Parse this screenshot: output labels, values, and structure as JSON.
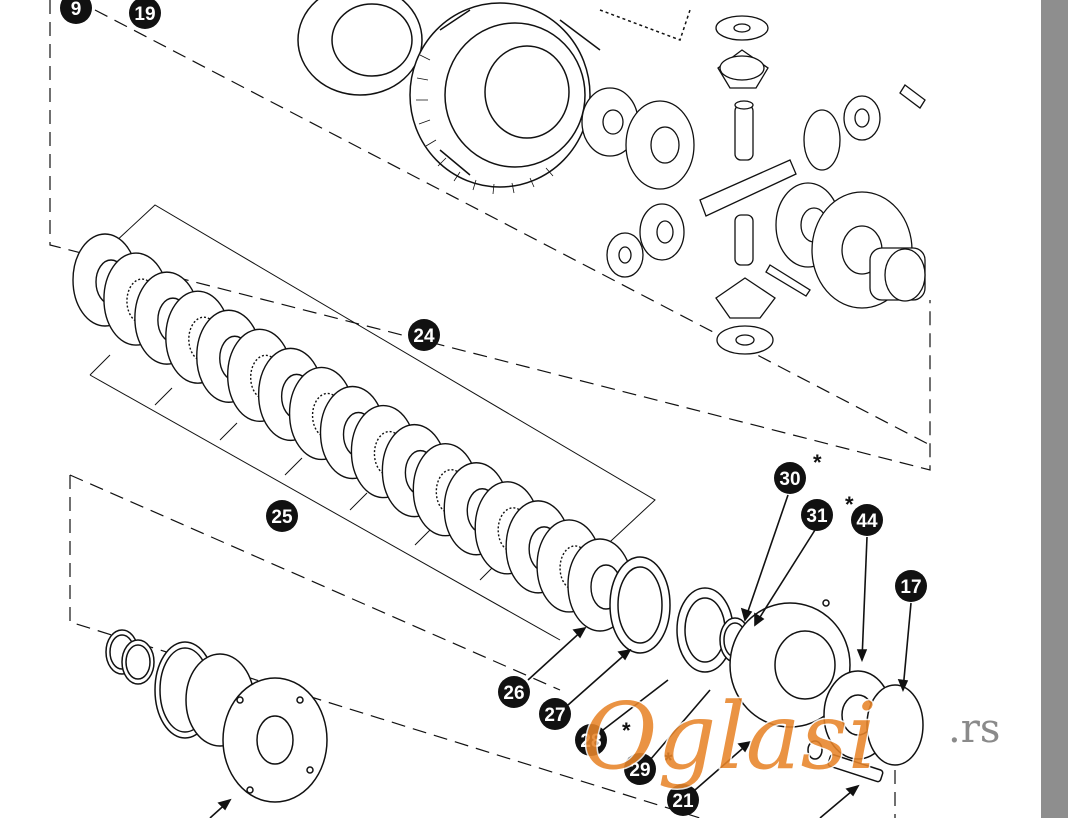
{
  "diagram": {
    "callouts": [
      "9",
      "19",
      "24",
      "25",
      "30",
      "31",
      "44",
      "17",
      "26",
      "27",
      "28",
      "29",
      "21"
    ],
    "asterisk": "*"
  },
  "watermark": {
    "brand": "Oglasi",
    "suffix": ".rs",
    "color": "#e8852a"
  },
  "colors": {
    "ink": "#111111",
    "sidebar": "#8e8e8e"
  }
}
